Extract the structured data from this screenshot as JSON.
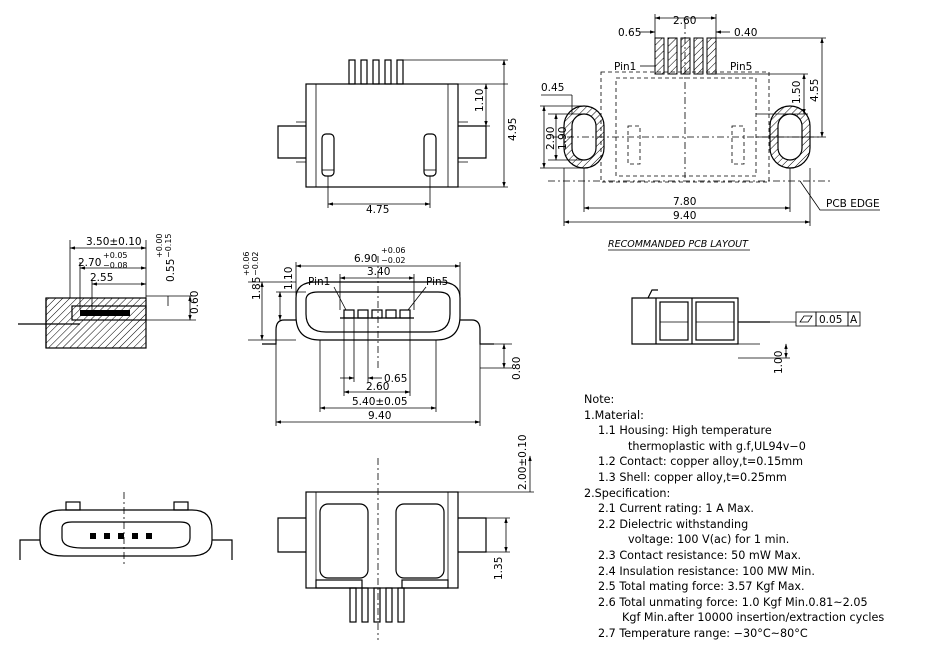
{
  "dims": {
    "top_pitch_total": "2.60",
    "top_pitch_left": "0.65",
    "top_pitch_right": "0.40",
    "top_h1": "1.10",
    "top_h2": "4.95",
    "top_w": "4.75",
    "pcb_h1": "1.50",
    "pcb_h2": "4.55",
    "pcb_slot_w": "0.45",
    "pcb_slot_h1": "2.90",
    "pcb_slot_h2": "1.90",
    "pcb_inner_w": "7.80",
    "pcb_outer_w": "9.40",
    "pin1": "Pin1",
    "pin5": "Pin5",
    "side_a": "3.50±0.10",
    "side_b_base": "2.70",
    "side_b_tol_up": "+0.05",
    "side_b_tol_dn": "−0.08",
    "side_c": "2.55",
    "side_d_base": "0.55",
    "side_d_tol_up": "+0.00",
    "side_d_tol_dn": "−0.15",
    "side_e": "0.60",
    "front_w_base": "6.90",
    "front_w_tol_up": "+0.06",
    "front_w_tol_dn": "−0.02",
    "front_h_base": "1.85",
    "front_h_tol_up": "+0.06",
    "front_h_tol_dn": "−0.02",
    "front_h2": "1.10",
    "front_pins": "3.40",
    "front_pitch": "0.65",
    "front_pin_span": "2.60",
    "front_inner": "5.40±0.05",
    "front_outer": "9.40",
    "front_foot": "0.80",
    "flat": "0.05",
    "flat_ref": "A",
    "side_foot": "1.00",
    "bottom_h1": "2.00±0.10",
    "bottom_h2": "1.35"
  },
  "labels": {
    "pcb_edge": "PCB EDGE",
    "pcb_layout": "RECOMMANDED PCB LAYOUT",
    "flatness_symbol": "flatness-symbol"
  },
  "notes": {
    "title": "Note:",
    "material": "1.Material:",
    "m1a": "1.1  Housing:  High temperature",
    "m1b": "thermoplastic  with  g.f,UL94v−0",
    "m2": "1.2  Contact:  copper alloy,t=0.15mm",
    "m3": "1.3  Shell:  copper alloy,t=0.25mm",
    "spec": "2.Specification:",
    "s1": "2.1  Current  rating:  1  A  Max.",
    "s2a": "2.2  Dielectric  withstanding",
    "s2b": "voltage:  100  V(ac)  for  1  min.",
    "s3": "2.3  Contact  resistance:  50  mW  Max.",
    "s4": "2.4  Insulation  resistance:  100  MW  Min.",
    "s5": "2.5  Total  mating  force:  3.57  Kgf  Max.",
    "s6a": "2.6  Total  unmating  force:  1.0  Kgf  Min.0.81~2.05",
    "s6b": "Kgf  Min.after  10000  insertion/extraction  cycles",
    "s7": "2.7  Temperature  range:  −30°C~80°C"
  }
}
